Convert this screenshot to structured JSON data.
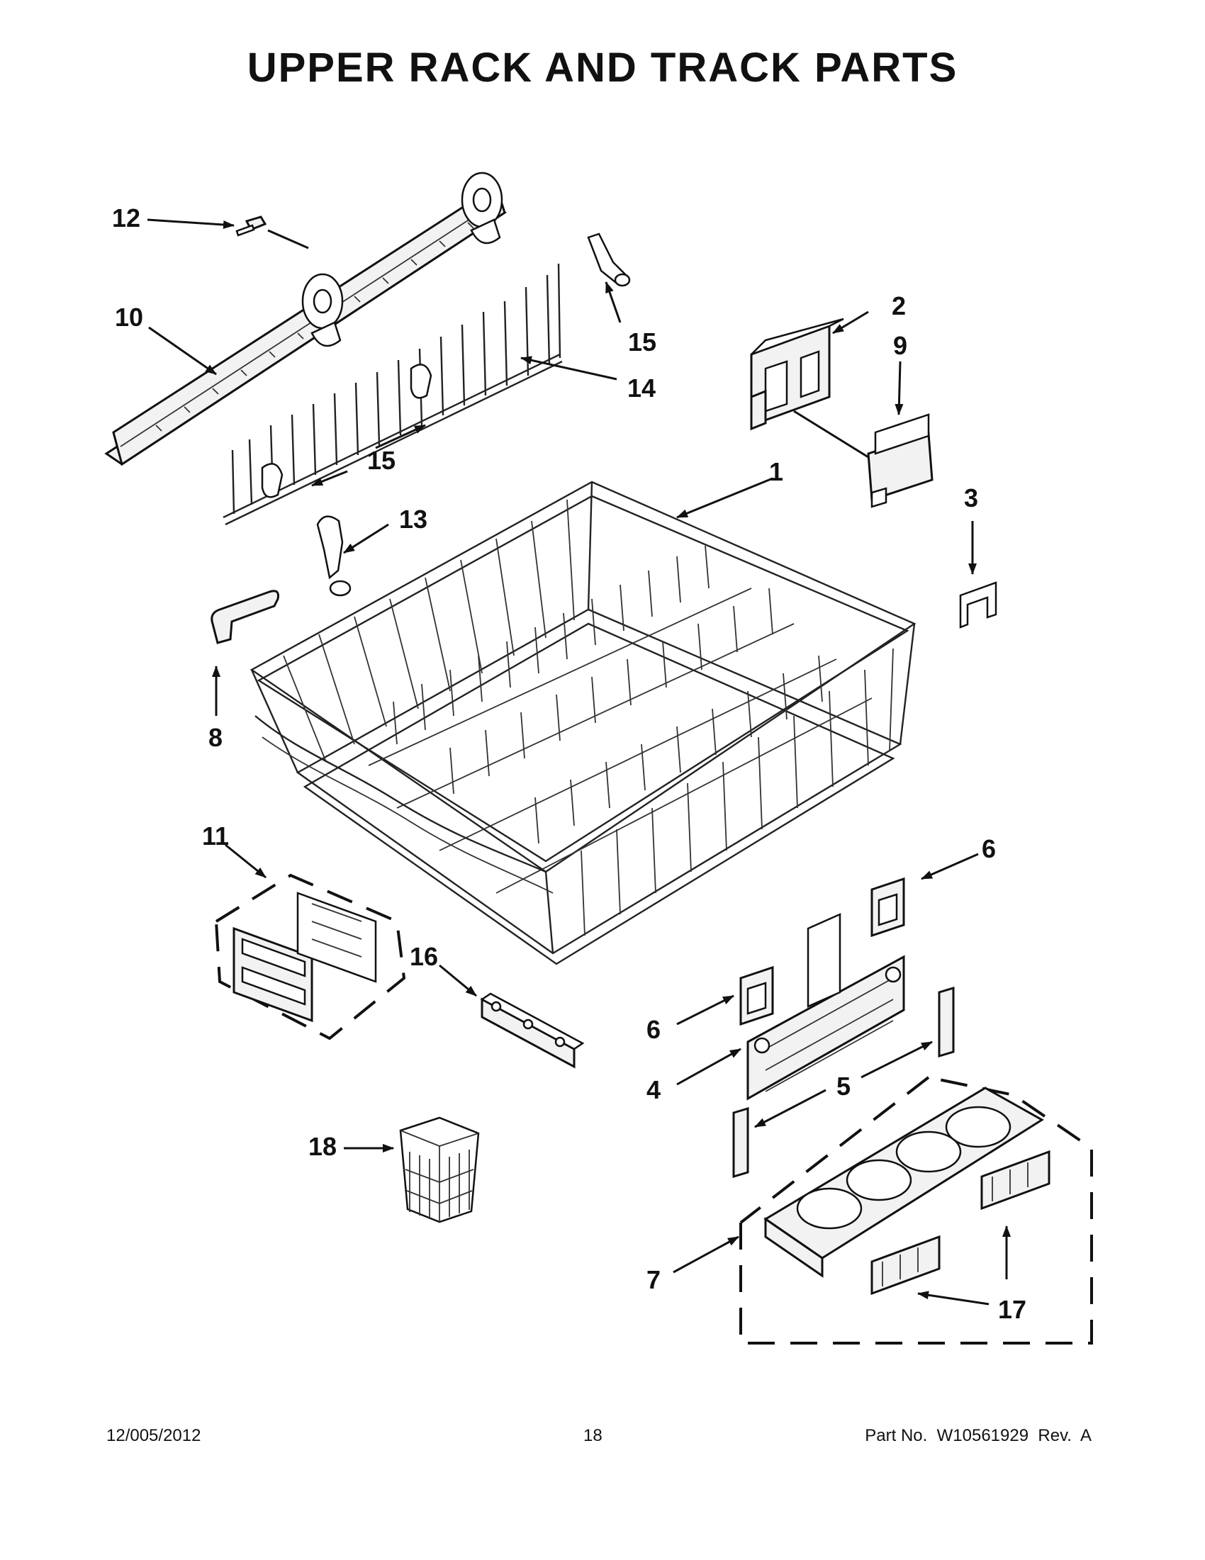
{
  "title": "UPPER RACK AND TRACK PARTS",
  "callouts": {
    "c1": "1",
    "c2": "2",
    "c3": "3",
    "c4": "4",
    "c5": "5",
    "c6a": "6",
    "c6b": "6",
    "c7": "7",
    "c8": "8",
    "c9": "9",
    "c10": "10",
    "c11": "11",
    "c12": "12",
    "c13": "13",
    "c14": "14",
    "c15a": "15",
    "c15b": "15",
    "c16": "16",
    "c17": "17",
    "c18": "18"
  },
  "footer": {
    "date": "12/005/2012",
    "page": "18",
    "part": "Part No.  W10561929  Rev.  A"
  }
}
